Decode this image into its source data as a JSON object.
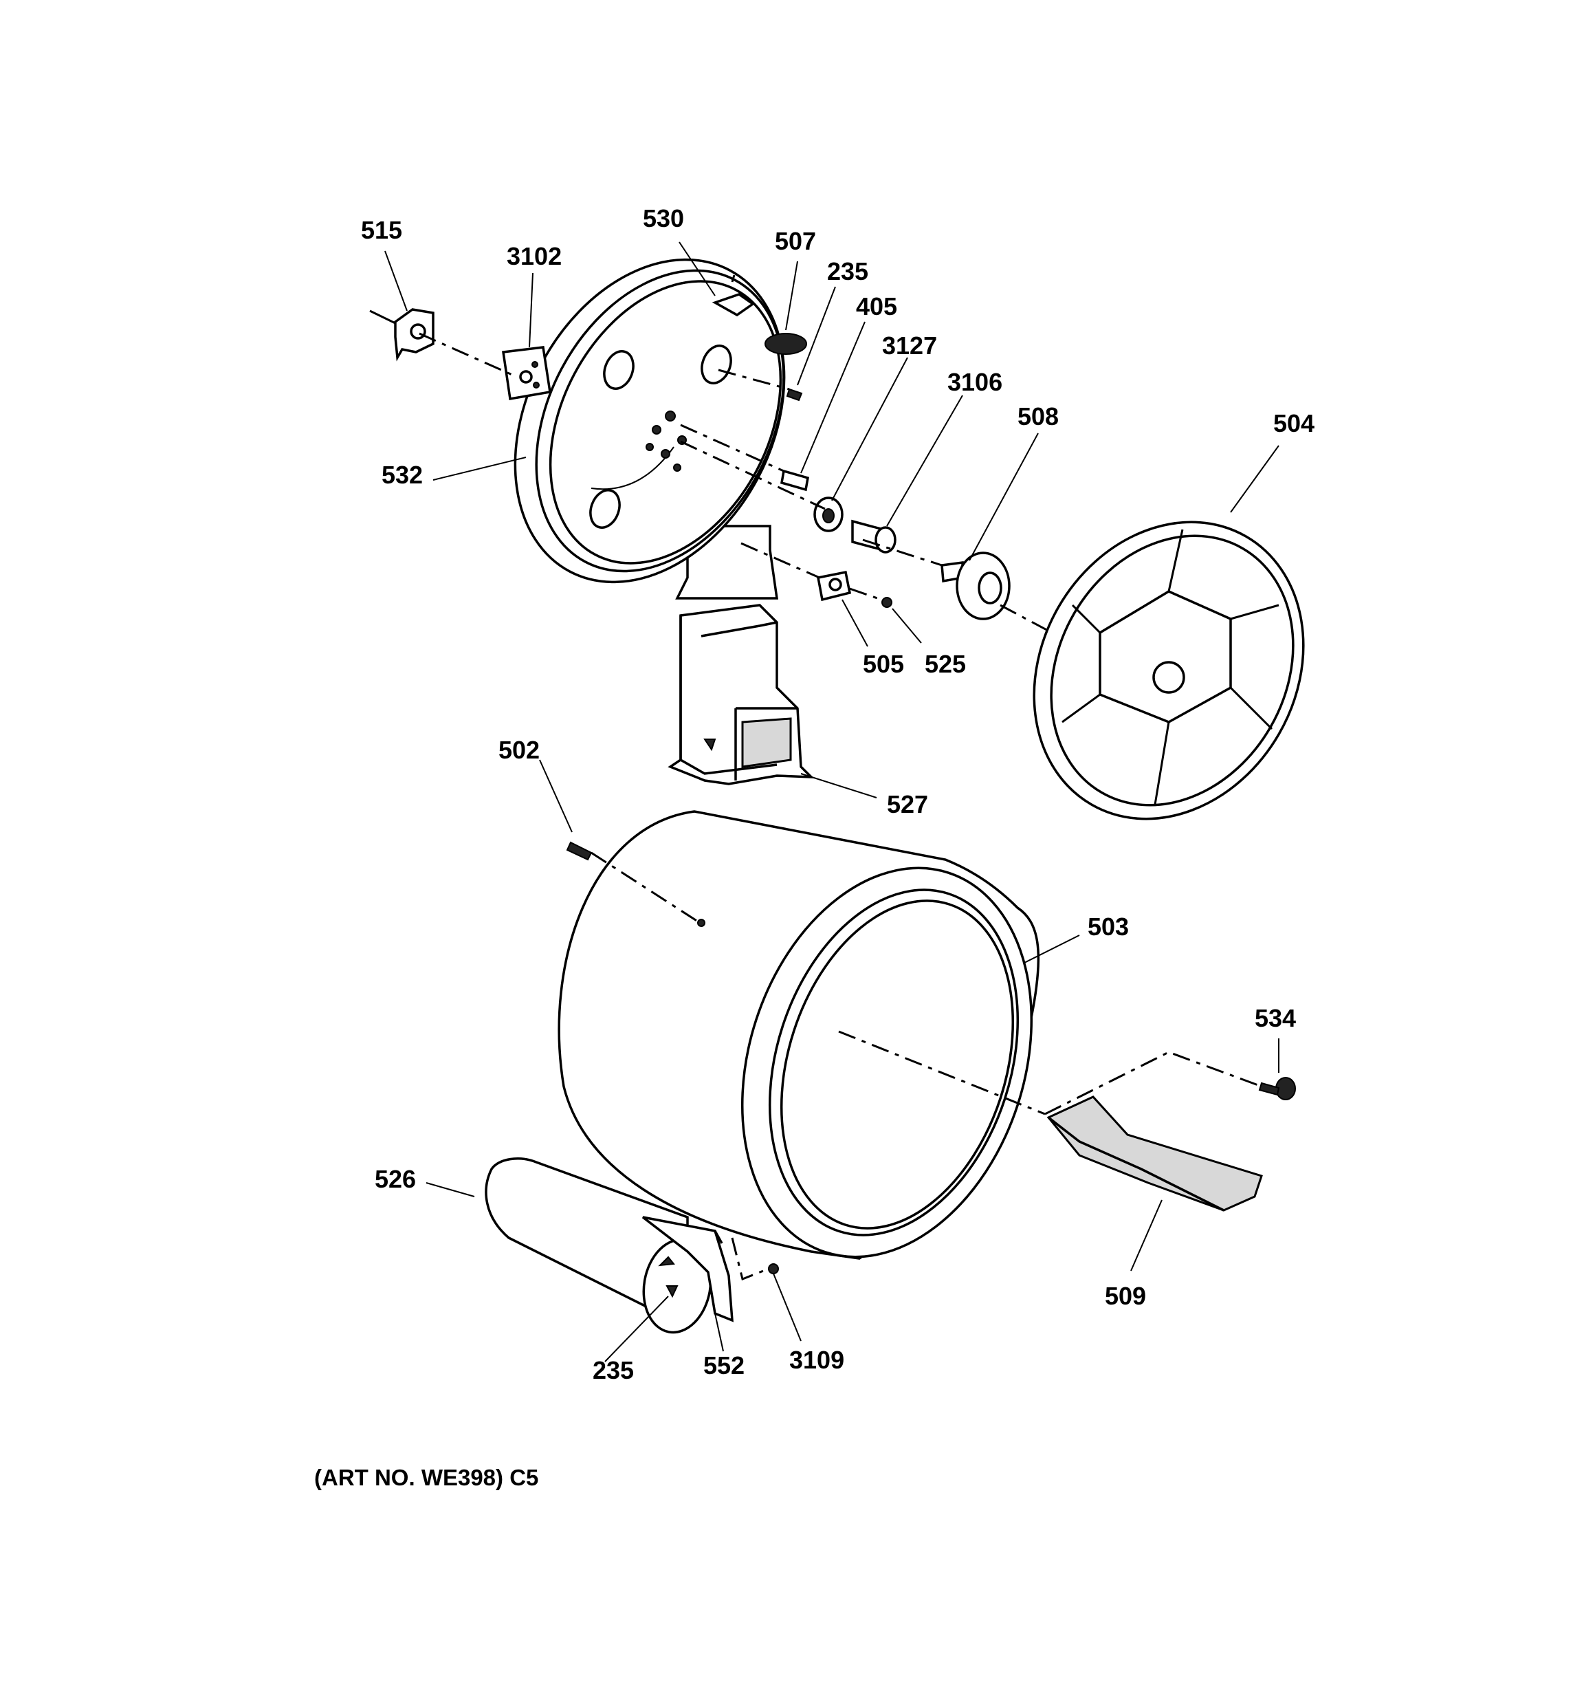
{
  "diagram": {
    "callouts": {
      "515": "515",
      "3102": "3102",
      "530": "530",
      "507": "507",
      "235_top": "235",
      "405": "405",
      "3127": "3127",
      "3106": "3106",
      "508": "508",
      "504": "504",
      "532": "532",
      "505": "505",
      "525": "525",
      "502": "502",
      "527": "527",
      "503": "503",
      "534": "534",
      "526": "526",
      "509": "509",
      "235_bottom": "235",
      "552": "552",
      "3109": "3109"
    },
    "caption": "(ART NO. WE398) C5"
  }
}
